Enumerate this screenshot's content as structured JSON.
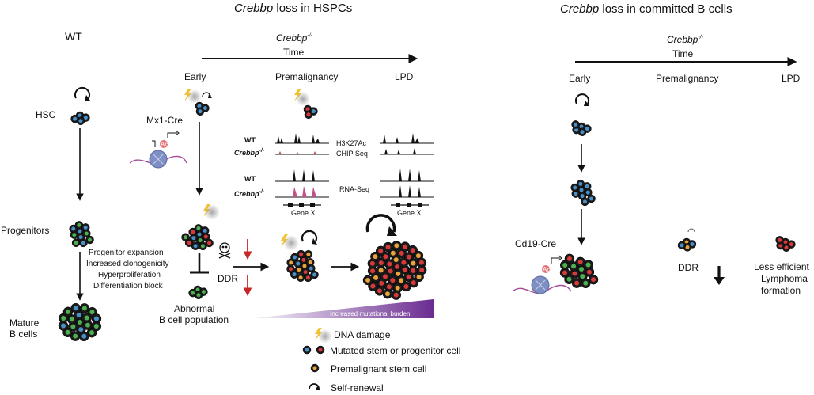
{
  "titles": {
    "hspc_gene": "Crebbp",
    "hspc_rest": " loss in HSPCs",
    "bcell_gene": "Crebbp",
    "bcell_rest": " loss in committed B cells",
    "wt": "WT"
  },
  "timeline": {
    "genotype": "Crebbp",
    "genotype_sup": "-/-",
    "time": "Time",
    "stages": [
      "Early",
      "Premalignancy",
      "LPD"
    ]
  },
  "wt_column": {
    "hsc": "HSC",
    "progenitors": "Progenitors",
    "mature_line1": "Mature",
    "mature_line2": "B cells",
    "phenotypes": [
      "Progenitor expansion",
      "Increased clonogenicity",
      "Hyperproliferation",
      "Differentiation block"
    ]
  },
  "hspc_panel": {
    "mx1_cre": "Mx1-Cre",
    "ac_label": "Ac",
    "ddr": "DDR",
    "abnormal_line1": "Abnormal",
    "abnormal_line2": "B cell population",
    "chip_wt": "WT",
    "chip_ko": "Crebbp",
    "chip_ko_sup": "-/-",
    "chip_mark": "H3K27Ac",
    "chip_method": "CHIP Seq",
    "rna_wt": "WT",
    "rna_ko": "Crebbp",
    "rna_ko_sup": "-/-",
    "rna_method": "RNA-Seq",
    "gene_left": "Gene X",
    "gene_right": "Gene X",
    "burden": "Increased mutational burden"
  },
  "bcell_panel": {
    "cd19_cre": "Cd19-Cre",
    "ac_label": "Ac",
    "ddr": "DDR",
    "outcome": [
      "Less efficient",
      "Lymphoma",
      "formation"
    ]
  },
  "legend": {
    "items": [
      "DNA damage",
      "Mutated stem or progenitor cell",
      "Premalignant stem cell",
      "Self-renewal"
    ]
  },
  "colors": {
    "cell_dark": "#1a1a1a",
    "cell_blue": "#4a90c8",
    "cell_green": "#4caf50",
    "cell_red": "#d63a3a",
    "cell_orange": "#e8a33a",
    "arrow_red": "#c62828",
    "burden_purple": "#6a2c91",
    "dna_lilac": "#b39ddb",
    "lightning": "#f2c230"
  },
  "icons": [
    "skull-icon",
    "lightning-icon",
    "self-renewal-icon",
    "nucleosome-icon"
  ]
}
